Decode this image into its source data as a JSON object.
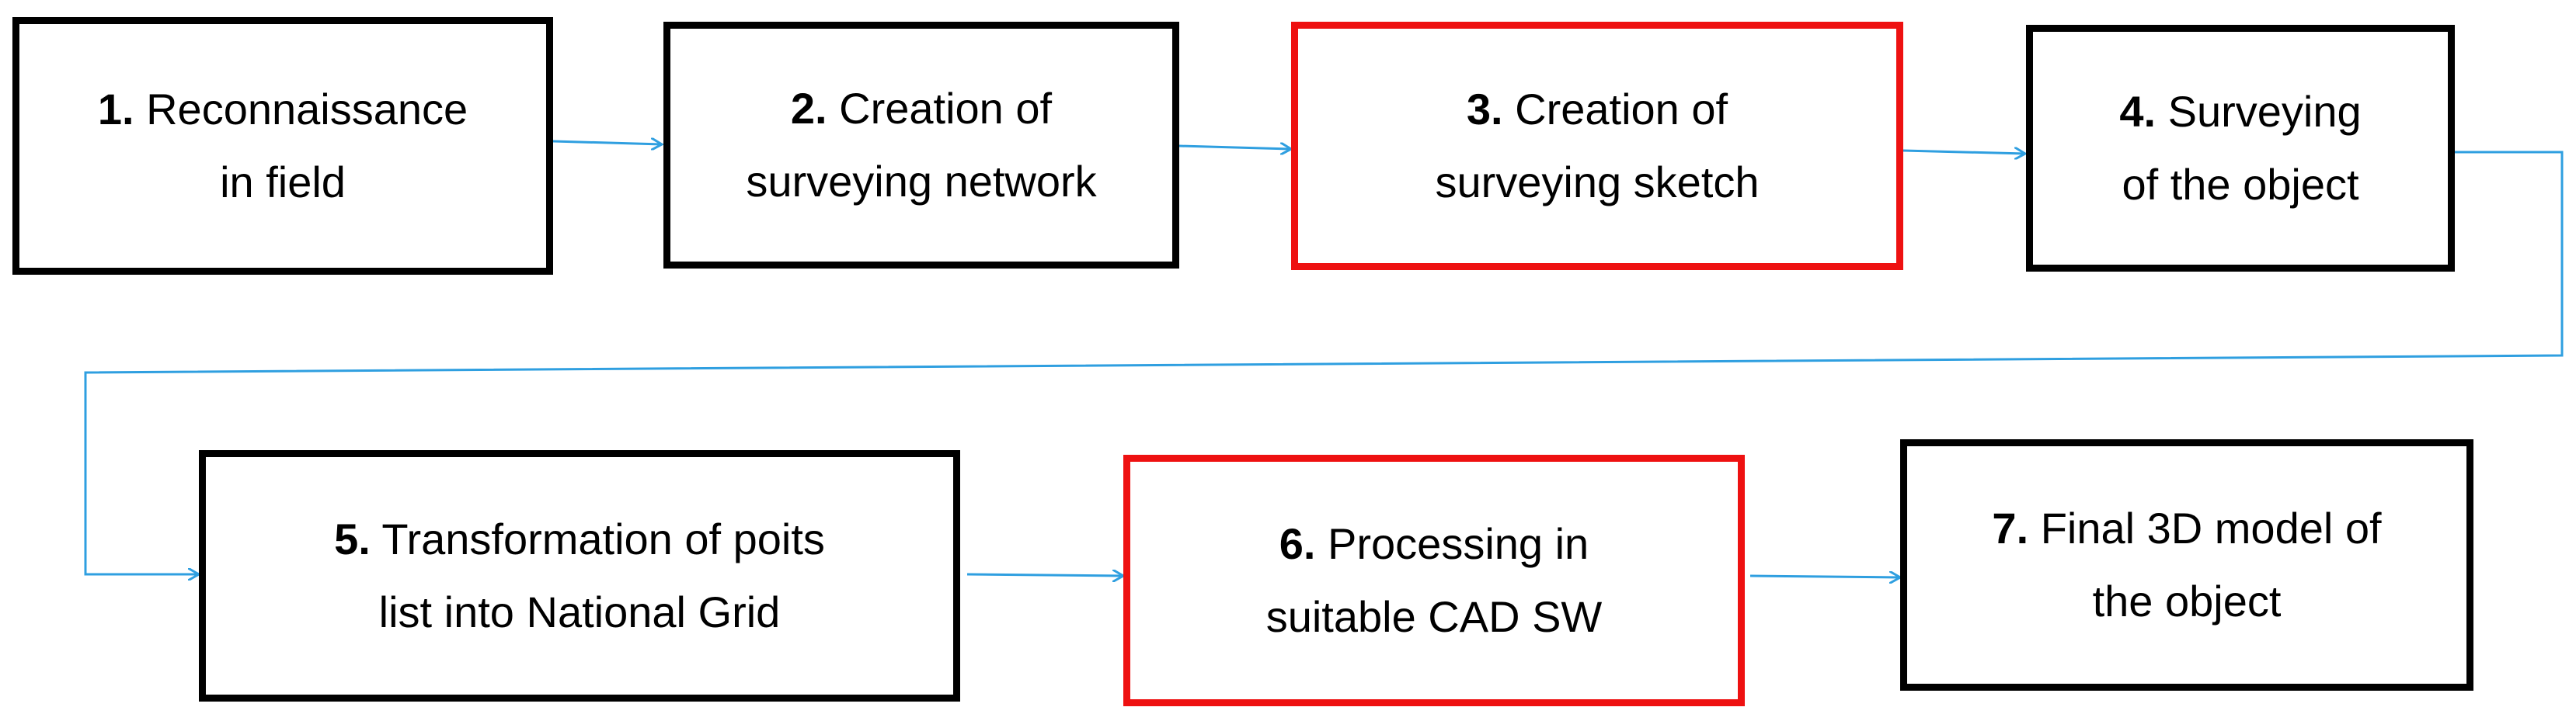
{
  "diagram": {
    "colors": {
      "box_border_default": "#000000",
      "box_border_highlight": "#ee1111",
      "arrow": "#2f9fe0",
      "text": "#000000"
    },
    "steps": [
      {
        "number": "1.",
        "lines": [
          "Reconnaissance",
          "in field"
        ],
        "highlight": false
      },
      {
        "number": "2.",
        "lines": [
          "Creation of",
          "surveying network"
        ],
        "highlight": false
      },
      {
        "number": "3.",
        "lines": [
          "Creation of",
          "surveying sketch"
        ],
        "highlight": true
      },
      {
        "number": "4.",
        "lines": [
          "Surveying",
          "of the object"
        ],
        "highlight": false
      },
      {
        "number": "5.",
        "lines": [
          "Transformation of poits",
          "list into National Grid"
        ],
        "highlight": false
      },
      {
        "number": "6.",
        "lines": [
          "Processing in",
          "suitable CAD SW"
        ],
        "highlight": true
      },
      {
        "number": "7.",
        "lines": [
          "Final 3D model of",
          "the object"
        ],
        "highlight": false
      }
    ]
  }
}
